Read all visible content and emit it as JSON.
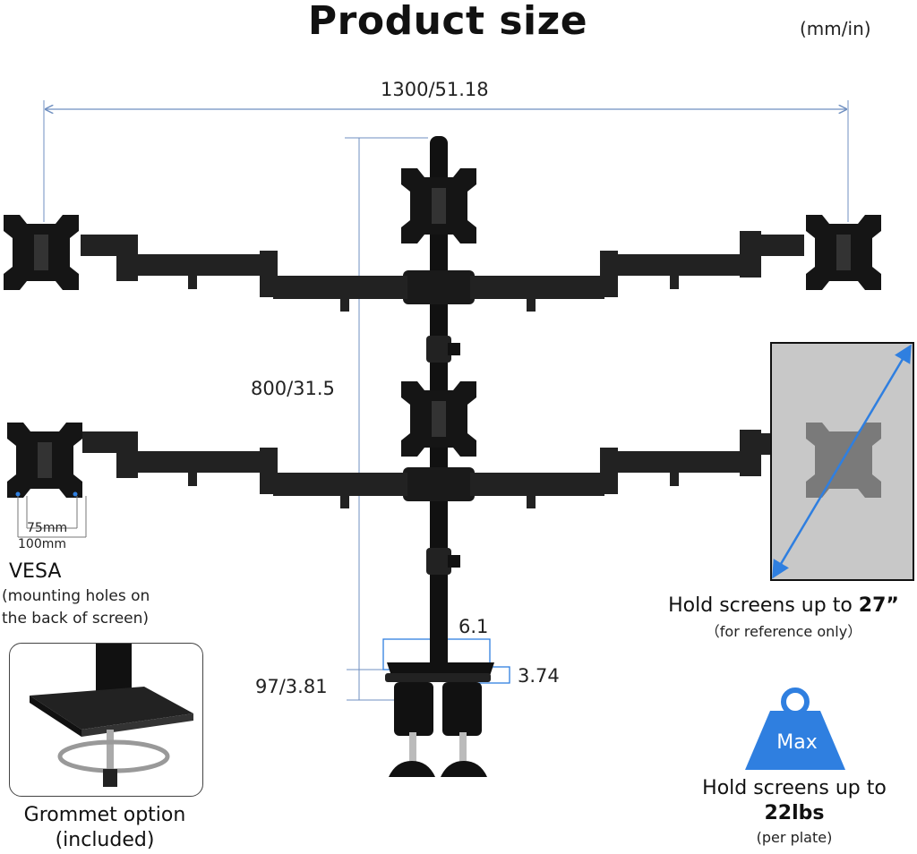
{
  "header": {
    "title": "Product size",
    "units": "(mm/in)"
  },
  "dimensions": {
    "total_width": "1300/51.18",
    "pole_height": "800/31.5",
    "base_height": "97/3.81",
    "base_width": "6.1",
    "base_depth": "3.74"
  },
  "vesa": {
    "inner": "75mm",
    "outer": "100mm",
    "label": "VESA",
    "note_line1": "(mounting holes on",
    "note_line2": "the back of screen)"
  },
  "screen_size": {
    "text": "Hold screens up to ",
    "value": "27”",
    "note": "（for reference only）"
  },
  "weight": {
    "badge": "Max",
    "line1": "Hold screens up to",
    "value": "22lbs",
    "note": "(per plate)"
  },
  "grommet": {
    "line1": "Grommet option",
    "line2": "(included)"
  },
  "colors": {
    "dimension_line": "#6f8fc0",
    "accent_blue": "#2f7fe0",
    "metal": "#111111",
    "screen_gray": "#c8c8c8"
  }
}
